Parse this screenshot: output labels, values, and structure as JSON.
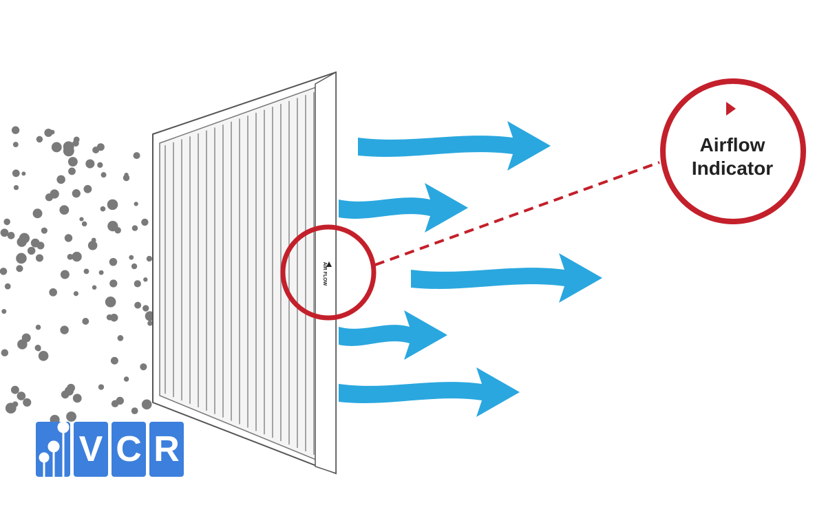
{
  "diagram": {
    "indicator_label_line1": "Airflow",
    "indicator_label_line2": "Indicator",
    "filter_marking": "AIR FLOW",
    "colors": {
      "arrow": "#2aa7df",
      "indicator": "#c3202b",
      "particle": "#7a7a7a",
      "logo": "#3d7fdc"
    }
  },
  "logo": {
    "letters": [
      "V",
      "C",
      "R"
    ]
  }
}
